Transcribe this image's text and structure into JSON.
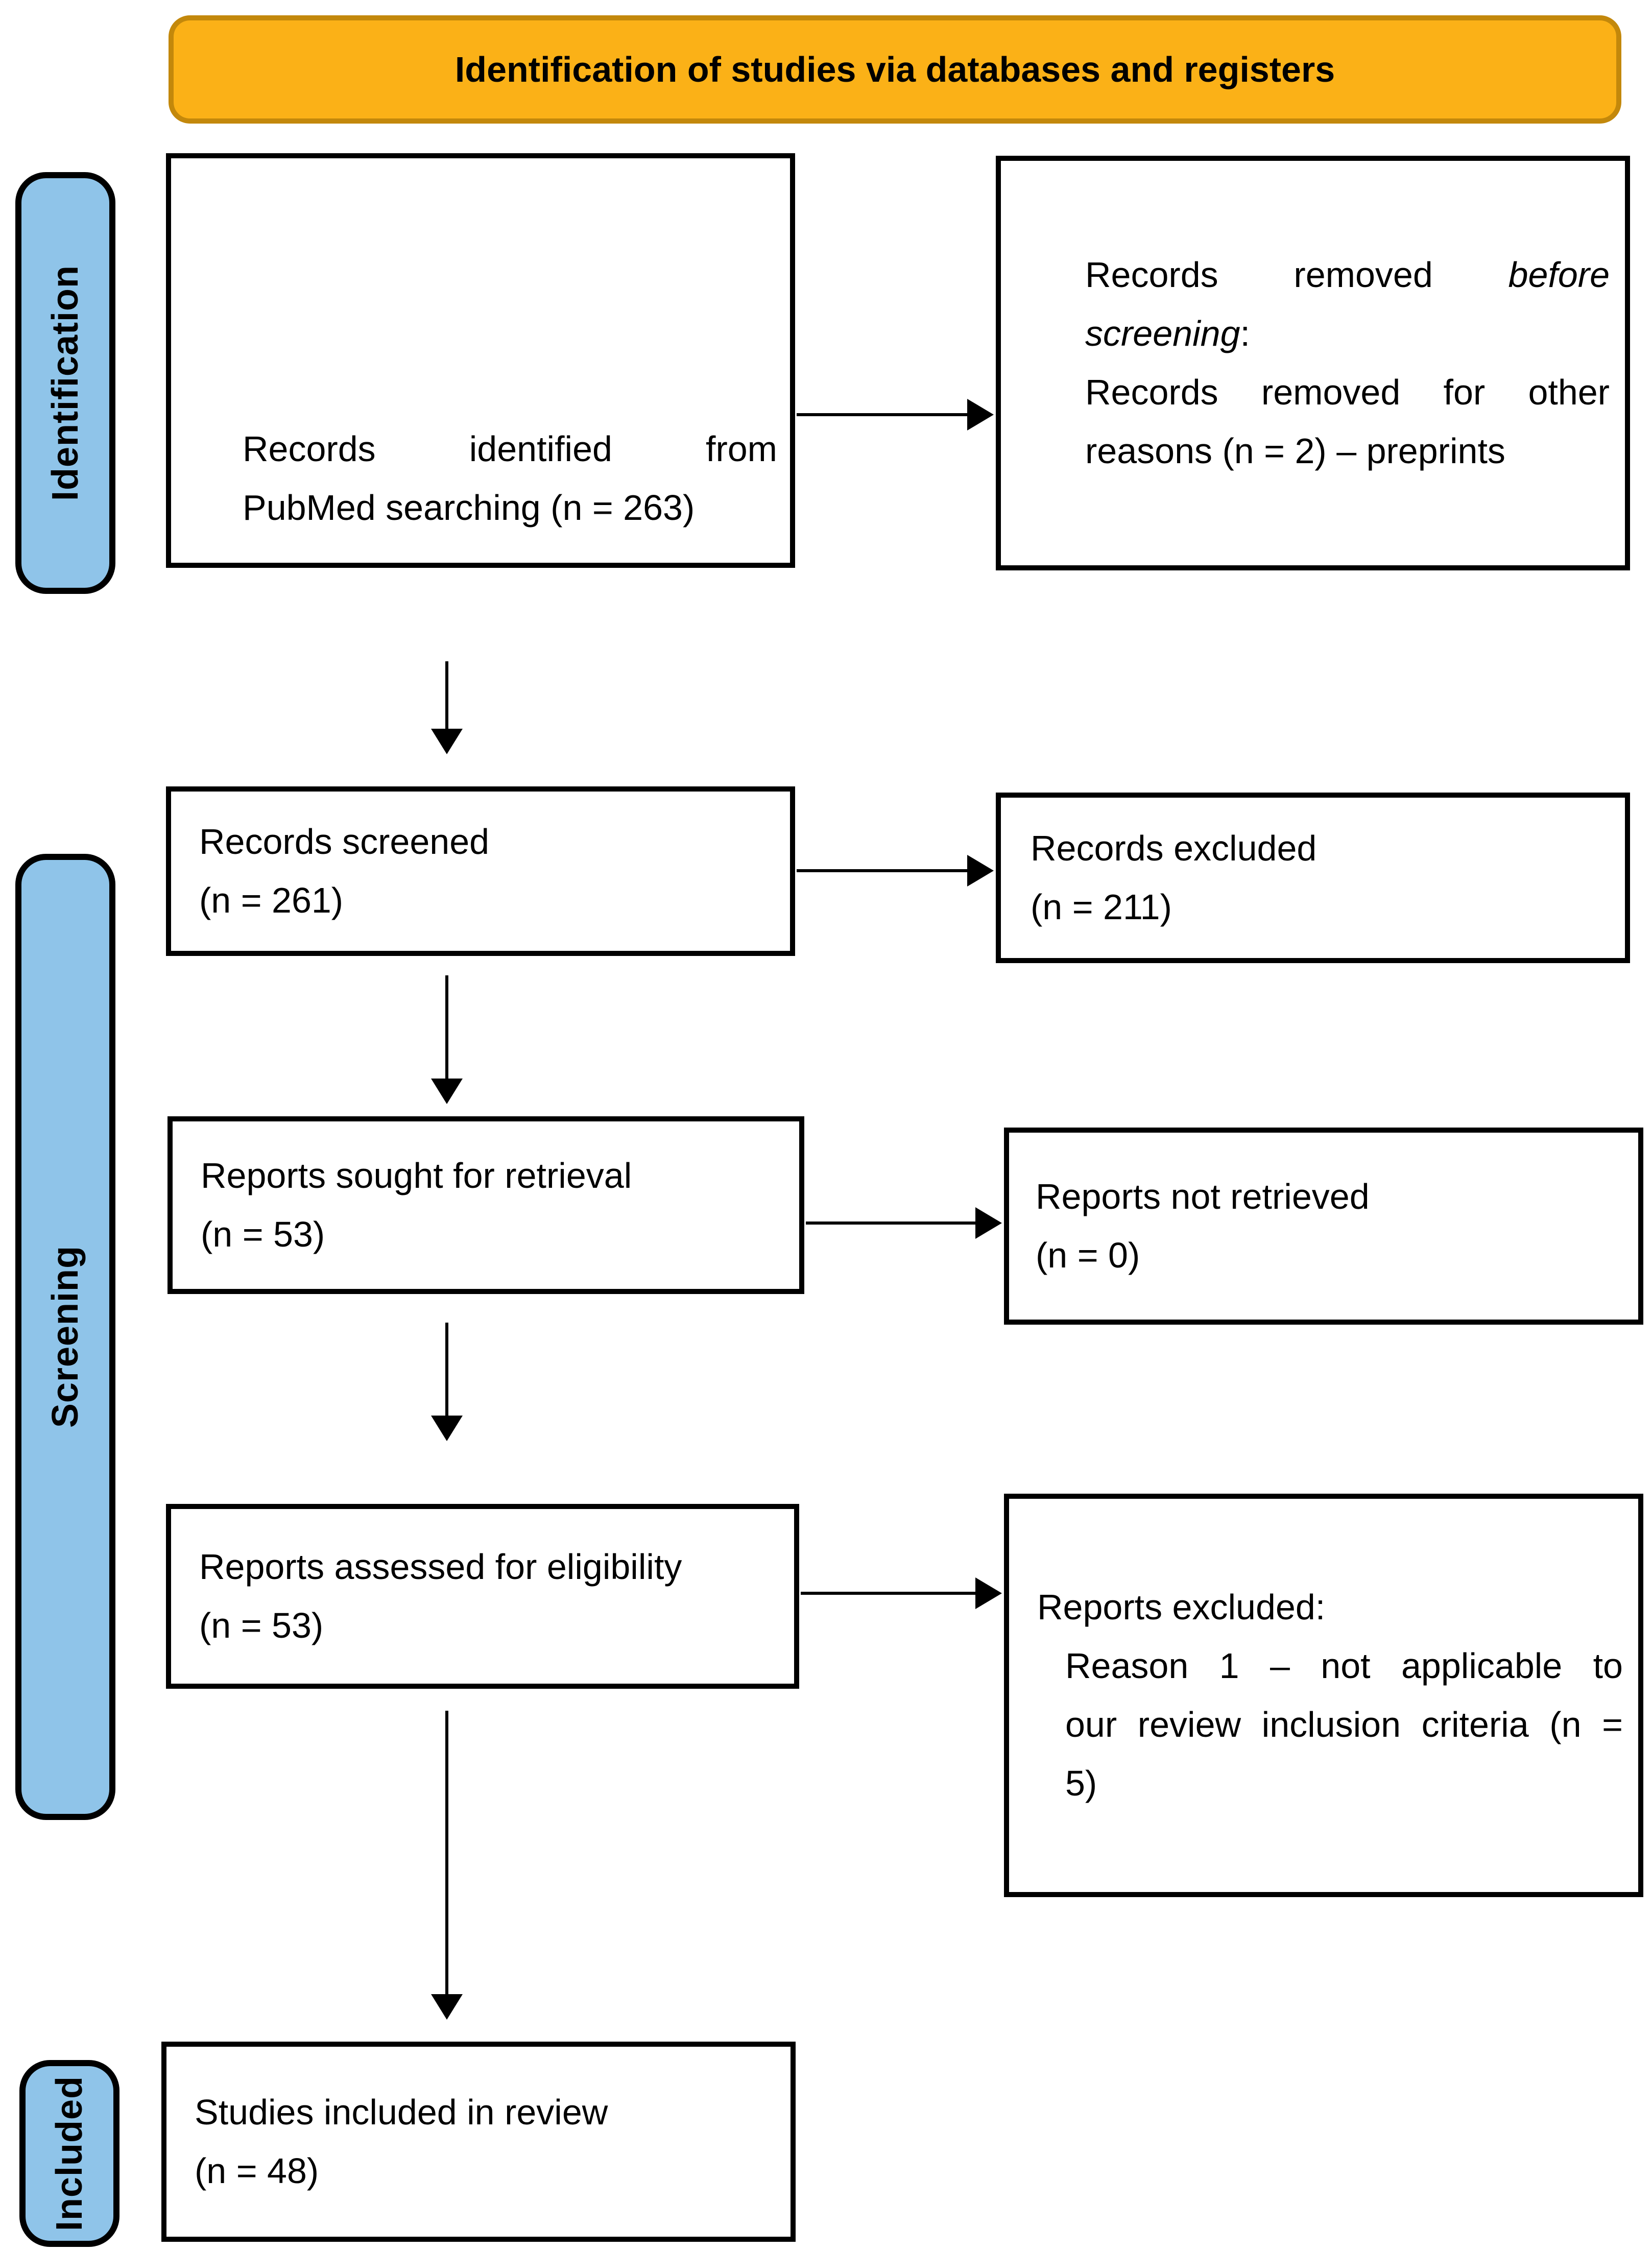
{
  "colors": {
    "banner_fill": "#FBB117",
    "banner_border": "#C3880B",
    "sidebar_fill": "#8FC4E9",
    "line_color": "#000000"
  },
  "banner": {
    "title": "Identification of studies via databases and registers"
  },
  "sidebars": {
    "identification": "Identification",
    "screening": "Screening",
    "included": "Included"
  },
  "boxes": {
    "records_identified": {
      "line1": "Records identified from",
      "line2": "PubMed searching (n = 263)"
    },
    "records_removed": {
      "l1_regular": "Records removed ",
      "l1_italic": "before",
      "l2_italic": "screening",
      "l2_regular": ":",
      "l3": "Records removed for other",
      "l4": "reasons (n = 2) – preprints"
    },
    "records_screened": {
      "line1": "Records screened",
      "line2": "(n = 261)"
    },
    "records_excluded": {
      "line1": "Records excluded",
      "line2": "(n = 211)"
    },
    "reports_sought": {
      "line1": "Reports sought for retrieval",
      "line2": "(n = 53)"
    },
    "reports_not_retrieved": {
      "line1": "Reports not retrieved",
      "line2": "(n = 0)"
    },
    "reports_assessed": {
      "line1": "Reports assessed for eligibility",
      "line2": "(n = 53)"
    },
    "reports_excluded": {
      "heading": "Reports excluded:",
      "reason_line1": "Reason 1 – not applicable to",
      "reason_line2": "our review inclusion criteria (n =",
      "reason_line3": "5)"
    },
    "studies_included": {
      "line1": "Studies included in review",
      "line2": "(n = 48)"
    }
  }
}
